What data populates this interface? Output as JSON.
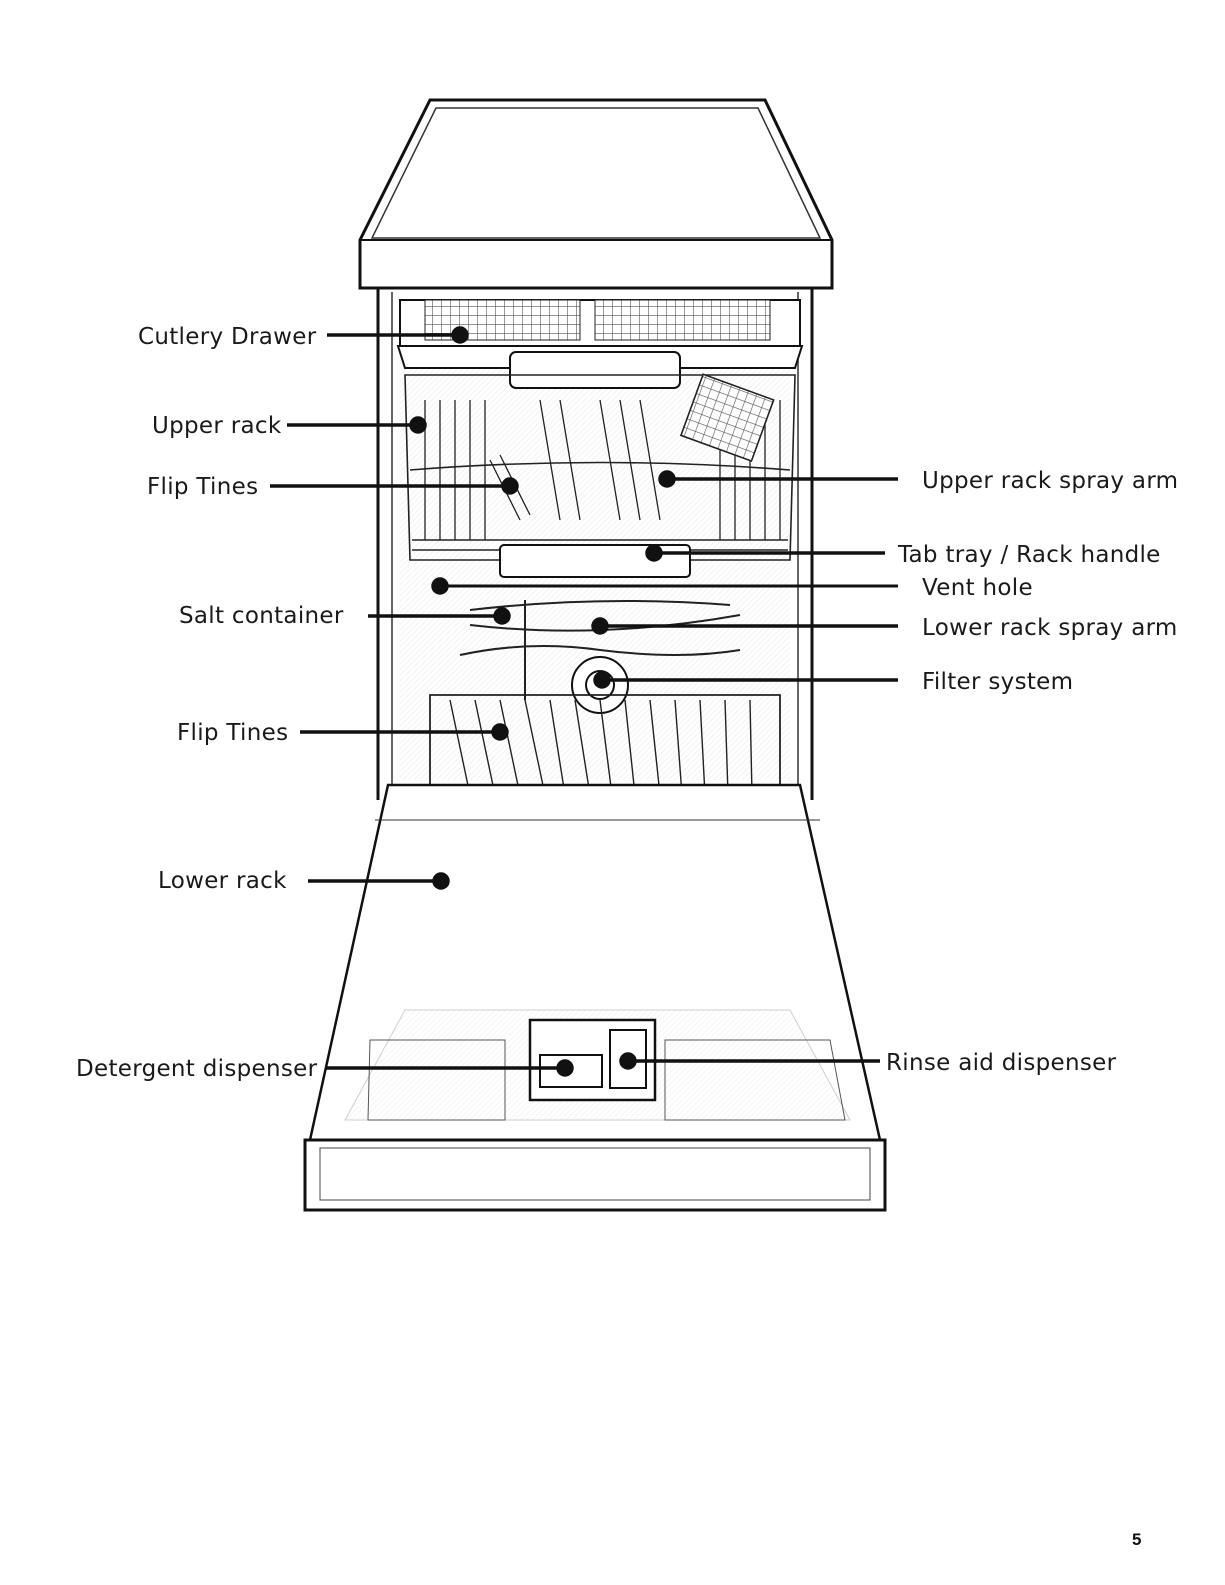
{
  "labels": {
    "cutlery_drawer": "Cutlery Drawer",
    "upper_rack": "Upper rack",
    "flip_tines_upper": "Flip Tines",
    "salt_container": "Salt container",
    "flip_tines_lower": "Flip Tines",
    "lower_rack": "Lower rack",
    "detergent_dispenser": "Detergent dispenser",
    "upper_rack_spray_arm": "Upper rack spray arm",
    "tab_tray_rack_handle": "Tab tray / Rack handle",
    "vent_hole": "Vent hole",
    "lower_rack_spray_arm": "Lower rack spray arm",
    "filter_system": "Filter system",
    "rinse_aid_dispenser": "Rinse aid dispenser"
  },
  "page_number": "5",
  "colors": {
    "ink": "#1a1a1a",
    "paper": "#ffffff"
  }
}
